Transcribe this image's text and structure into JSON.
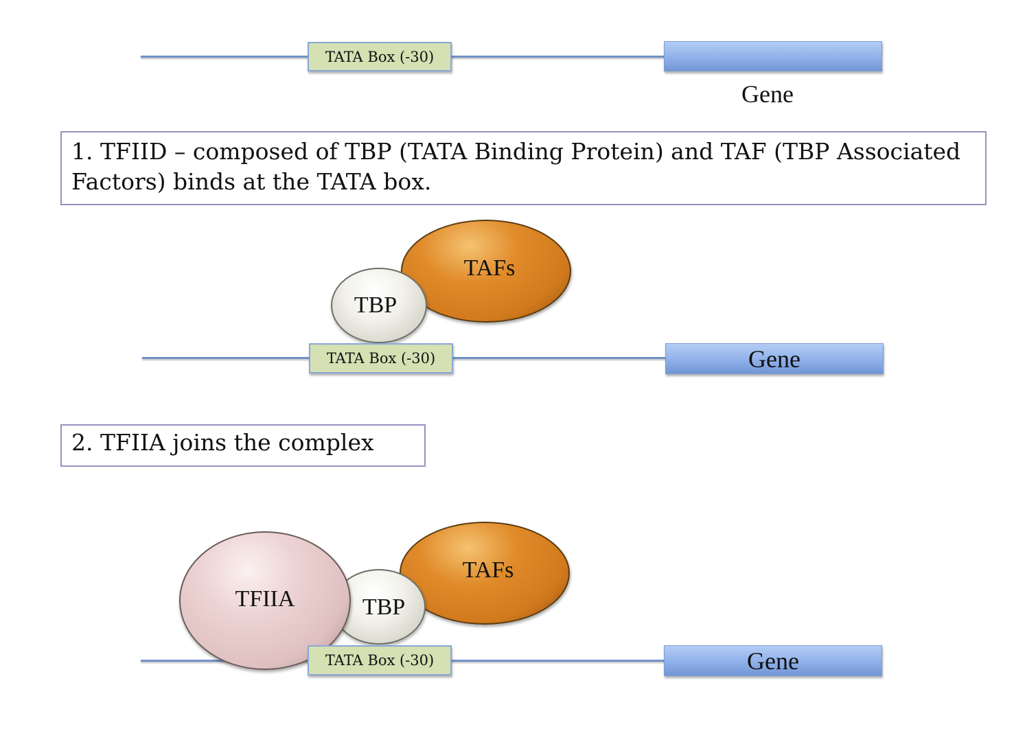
{
  "diagram": {
    "colors": {
      "dna_line": "#6f93c8",
      "tata_fill": "#d5e0b3",
      "tata_border": "#8aa8d4",
      "gene_fill": "#92b3ea",
      "step_border": "#9b8ec0",
      "tbp_fill": "#f2f1ea",
      "tafs_fill": "#e08a2a",
      "tfiia_fill": "#ecd2d2"
    },
    "panel0": {
      "tata_label": "TATA Box (-30)",
      "gene_label": "Gene"
    },
    "step1": {
      "text_line1": "1. TFIID – composed of TBP (TATA Binding Protein) and TAF (TBP Associated",
      "text_line2": "Factors) binds at the TATA box.",
      "tbp_label": "TBP",
      "tafs_label": "TAFs",
      "tata_label": "TATA Box (-30)",
      "gene_label": "Gene"
    },
    "step2": {
      "text": "2. TFIIA joins the complex",
      "tfiia_label": "TFIIA",
      "tbp_label": "TBP",
      "tafs_label": "TAFs",
      "tata_label": "TATA Box (-30)",
      "gene_label": "Gene"
    }
  }
}
